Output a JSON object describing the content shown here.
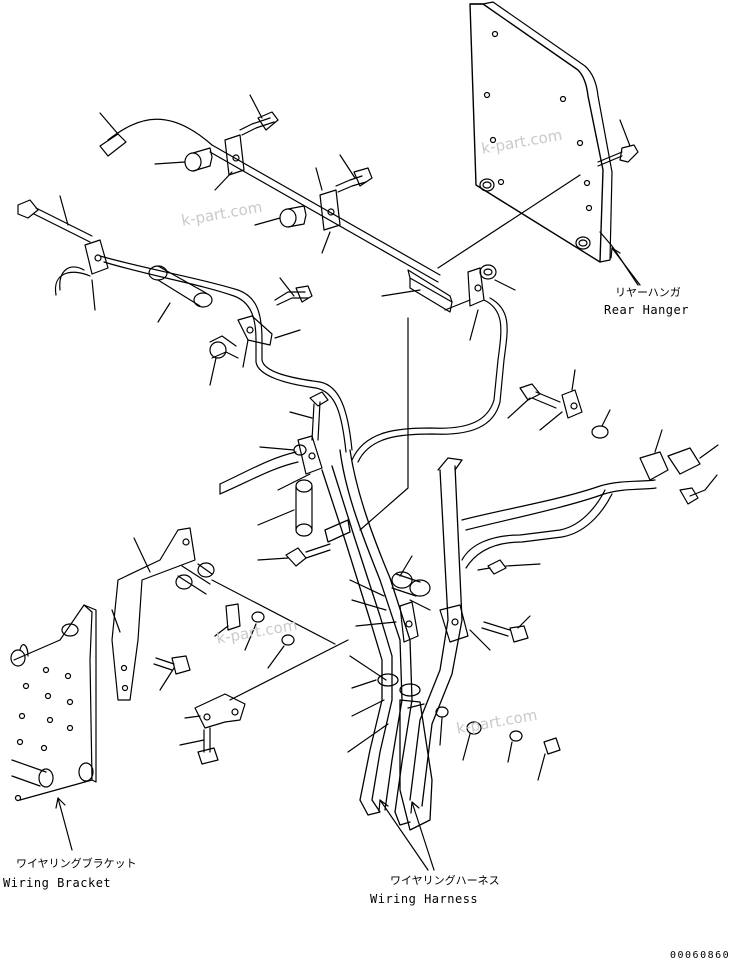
{
  "labels": {
    "rear_hanger_jp": "リヤーハンガ",
    "rear_hanger_en": "Rear Hanger",
    "wiring_bracket_jp": "ワイヤリングブラケット",
    "wiring_bracket_en": "Wiring Bracket",
    "wiring_harness_jp": "ワイヤリングハーネス",
    "wiring_harness_en": "Wiring Harness"
  },
  "watermark": "k-part.com",
  "drawing_code": "00060860",
  "colors": {
    "line": "#000000",
    "watermark": "#c9c9c9",
    "background": "#ffffff"
  }
}
